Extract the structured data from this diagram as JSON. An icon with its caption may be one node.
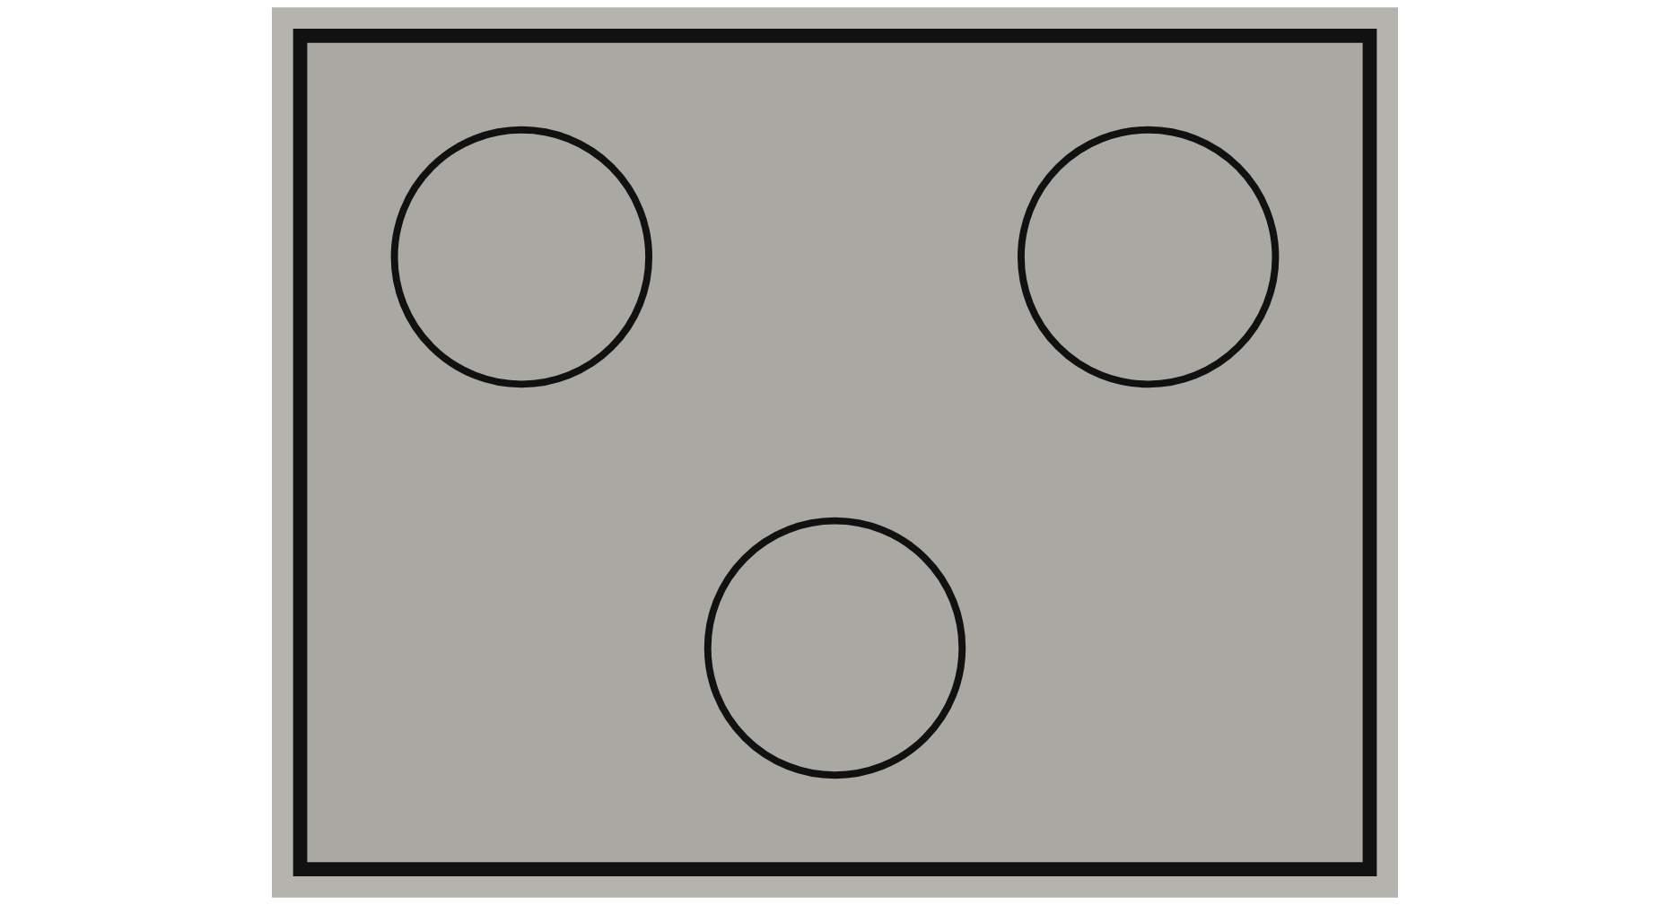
{
  "diagram": {
    "nodes": [
      {
        "text": [],
        "shape": "box"
      },
      {
        "text": [],
        "shape": "circle",
        "in": 0
      },
      {
        "text": [],
        "shape": "circle",
        "in": 0
      },
      {
        "text": [],
        "shape": "circle",
        "in": 0
      }
    ],
    "edges": []
  }
}
